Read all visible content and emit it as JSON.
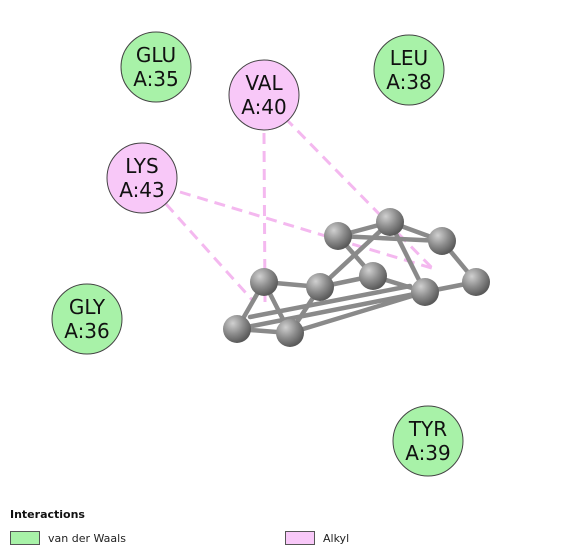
{
  "colors": {
    "van_der_waals": "#a8f2a8",
    "alkyl": "#f8c8f8",
    "circle_stroke": "#444444",
    "alkyl_line": "#f4b8ef",
    "atom": "#8f8f8f",
    "bond": "#8a8a8a"
  },
  "residues": [
    {
      "name": "GLU",
      "id": "A:35",
      "type": "van der Waals"
    },
    {
      "name": "VAL",
      "id": "A:40",
      "type": "Alkyl"
    },
    {
      "name": "LEU",
      "id": "A:38",
      "type": "van der Waals"
    },
    {
      "name": "LYS",
      "id": "A:43",
      "type": "Alkyl"
    },
    {
      "name": "GLY",
      "id": "A:36",
      "type": "van der Waals"
    },
    {
      "name": "TYR",
      "id": "A:39",
      "type": "van der Waals"
    }
  ],
  "legend": {
    "title": "Interactions",
    "items": [
      {
        "label": "van der Waals"
      },
      {
        "label": "Alkyl"
      }
    ]
  }
}
